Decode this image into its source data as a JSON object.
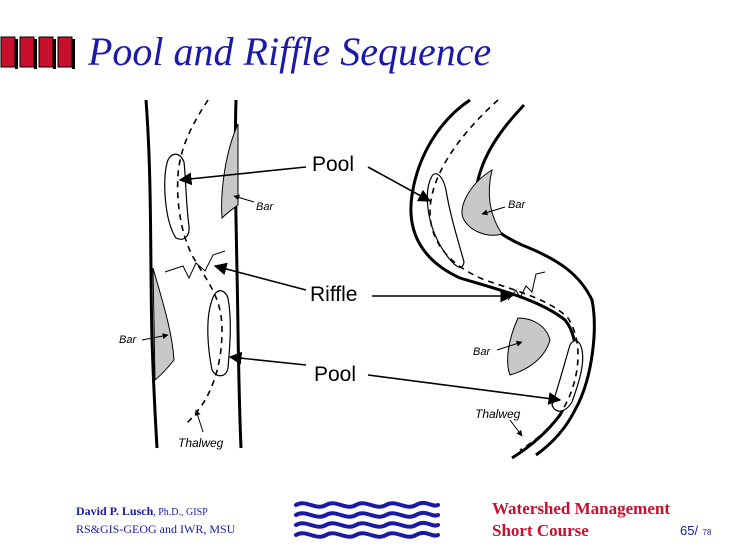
{
  "title": "Pool and Riffle Sequence",
  "labels": {
    "pool_top": "Pool",
    "riffle": "Riffle",
    "pool_bottom": "Pool",
    "bar_left_upper": "Bar",
    "bar_left_lower": "Bar",
    "bar_right_upper": "Bar",
    "bar_right_lower": "Bar",
    "thalweg_left": "Thalweg",
    "thalweg_right": "Thalweg"
  },
  "footer": {
    "author_name": "David P. Lusch",
    "author_credentials": ", Ph.D., GISP",
    "organization": "RS&GIS-GEOG and IWR, MSU",
    "course_line1": "Watershed Management",
    "course_line2": "Short Course",
    "page_current": "65/",
    "page_total": "78"
  },
  "colors": {
    "title": "#1a1aa6",
    "bars_red": "#c8102e",
    "course": "#c8102e",
    "wave_blue": "#1a1aa6",
    "bar_fill": "#c8c8c8"
  },
  "icons": [
    "title-bar-icon",
    "waves-logo-icon"
  ]
}
